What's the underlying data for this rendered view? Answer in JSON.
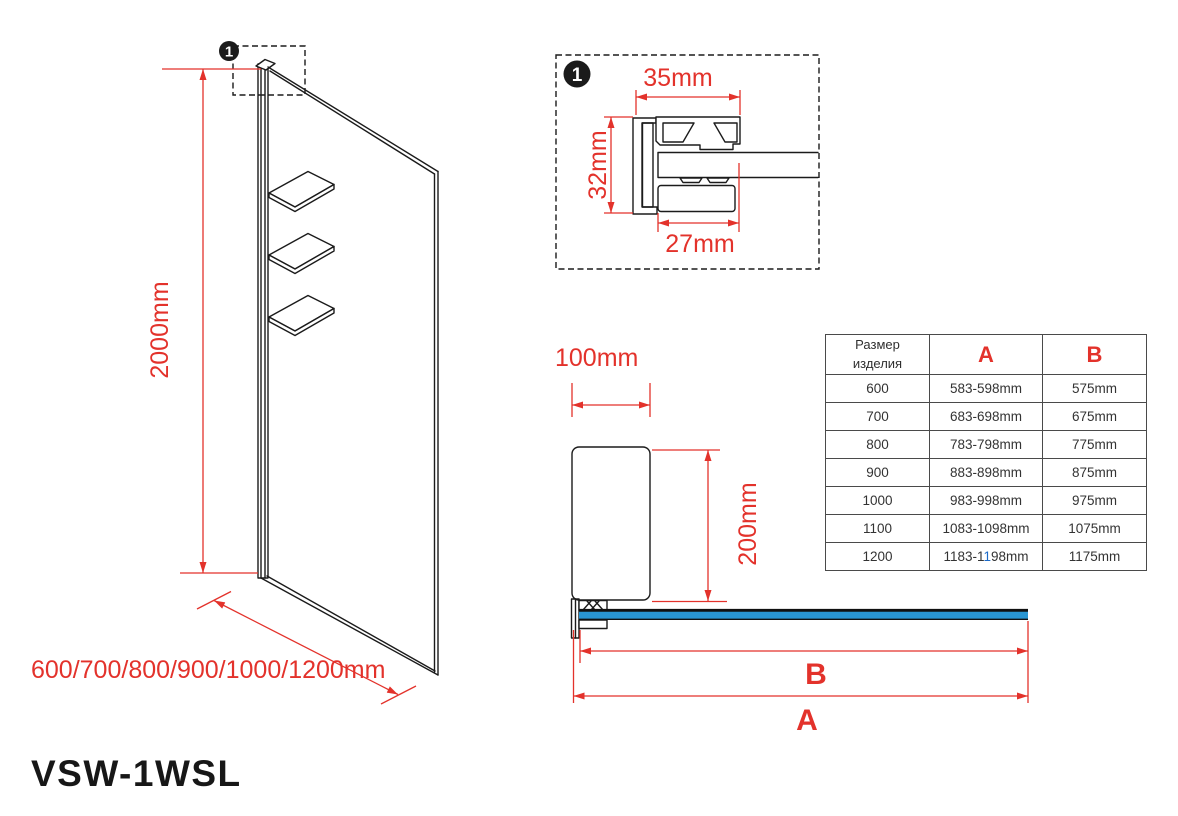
{
  "colors": {
    "red": "#e3322b",
    "glass_blue": "#2996d3",
    "highlight_blue": "#1b6ac9"
  },
  "model_label": "VSW-1WSL",
  "perspective_view": {
    "callout_number": "1",
    "height_dim": "2000mm",
    "width_dim": "600/700/800/900/1000/1200mm"
  },
  "detail_view": {
    "callout_number": "1",
    "width_dim": "35mm",
    "height_dim": "32mm",
    "clamp_dim": "27mm"
  },
  "profile_view": {
    "width_dim": "100mm",
    "height_dim": "200mm"
  },
  "span_dims": {
    "b_label": "B",
    "a_label": "A"
  },
  "size_table": {
    "header": {
      "size_line1": "Размер",
      "size_line2": "изделия",
      "a": "A",
      "b": "B"
    },
    "rows": [
      {
        "size": "600",
        "a": [
          {
            "text": "583-598mm"
          }
        ],
        "b": "575mm"
      },
      {
        "size": "700",
        "a": [
          {
            "text": "683-698mm"
          }
        ],
        "b": "675mm"
      },
      {
        "size": "800",
        "a": [
          {
            "text": "783-798mm"
          }
        ],
        "b": "775mm"
      },
      {
        "size": "900",
        "a": [
          {
            "text": "883-898mm"
          }
        ],
        "b": "875mm"
      },
      {
        "size": "1000",
        "a": [
          {
            "text": "983-998mm"
          }
        ],
        "b": "975mm"
      },
      {
        "size": "1100",
        "a": [
          {
            "text": "1083-1098mm"
          }
        ],
        "b": "1075mm"
      },
      {
        "size": "1200",
        "a": [
          {
            "text": "1183-1"
          },
          {
            "text": "1",
            "highlight": true
          },
          {
            "text": "98mm"
          }
        ],
        "b": "1175mm"
      }
    ]
  }
}
